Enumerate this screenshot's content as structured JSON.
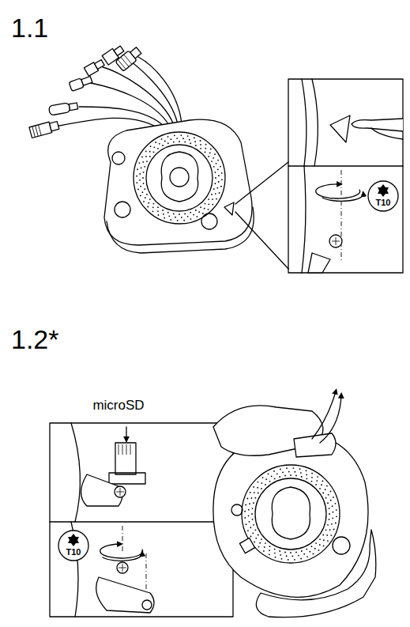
{
  "diagram": {
    "labels": [
      "1.1",
      "T10",
      "1.2*",
      "microSD",
      "T10"
    ]
  }
}
